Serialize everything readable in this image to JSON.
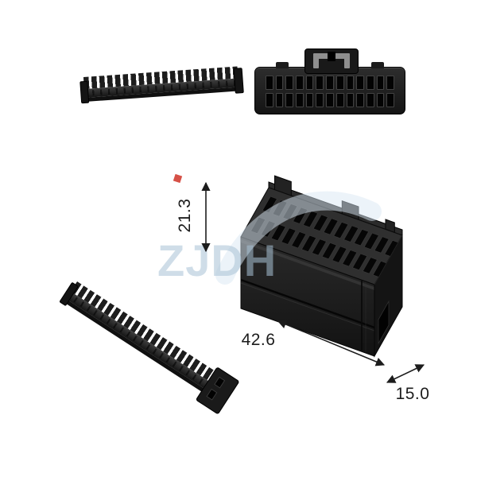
{
  "colors": {
    "background": "#ffffff",
    "annotation": "#1c1c1c",
    "watermark-text": "#a9c3d6",
    "watermark-swoosh": "#d9e8f4",
    "watermark-mark": "#cf3227"
  },
  "watermark": {
    "text": "ZJDH"
  },
  "dimensions": {
    "height": {
      "label": "21.3"
    },
    "length": {
      "label": "42.6"
    },
    "depth": {
      "label": "15.0"
    }
  },
  "parts": {
    "front_view": {
      "hole_rows": 2,
      "hole_cols": 13
    },
    "housing_top": {
      "hole_rows": 2,
      "hole_cols": 13
    }
  }
}
